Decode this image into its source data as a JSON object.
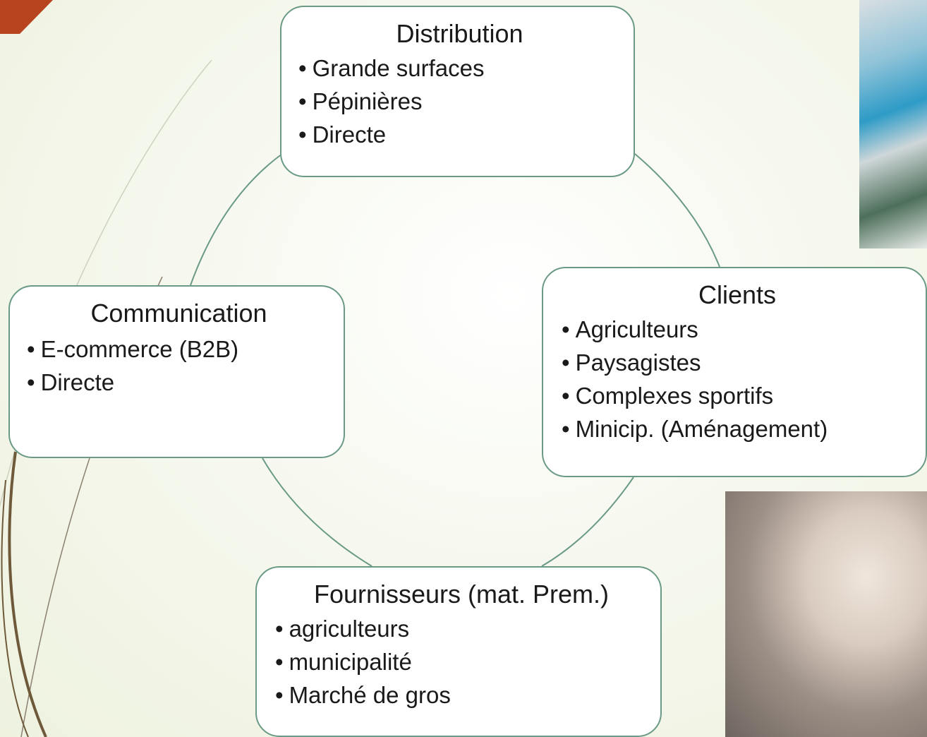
{
  "diagram": {
    "nodes": {
      "distribution": {
        "title": "Distribution",
        "items": [
          "Grande surfaces",
          "Pépinières",
          "Directe"
        ]
      },
      "clients": {
        "title": "Clients",
        "items": [
          "Agriculteurs",
          "Paysagistes",
          "Complexes sportifs",
          "Minicip. (Aménagement)"
        ]
      },
      "communication": {
        "title": "Communication",
        "items": [
          "E-commerce (B2B)",
          "Directe"
        ]
      },
      "fournisseurs": {
        "title": "Fournisseurs (mat. Prem.)",
        "items": [
          "agriculteurs",
          "municipalité",
          "Marché de gros"
        ]
      }
    },
    "colors": {
      "connector": "#6a9a86",
      "node_border": "#6a9a86",
      "accent_corner": "#b8431f",
      "decor_line": "#6e5a3a"
    }
  }
}
